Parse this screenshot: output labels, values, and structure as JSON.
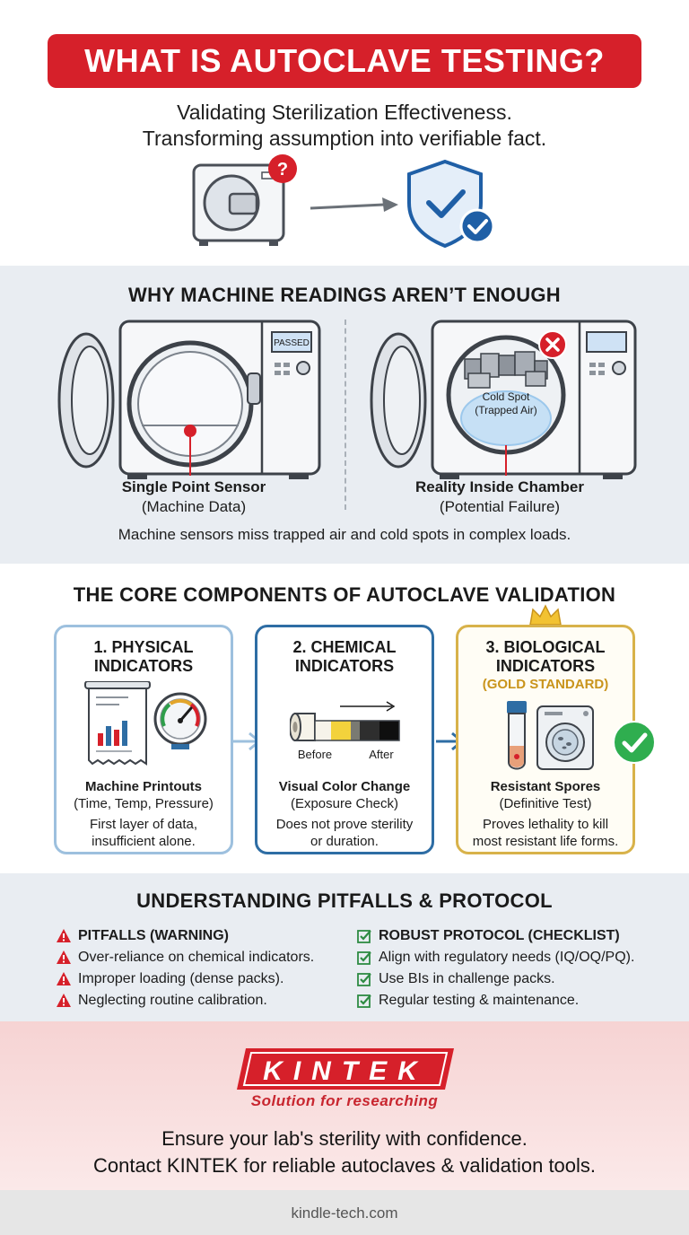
{
  "hero": {
    "title": "WHAT IS AUTOCLAVE TESTING?",
    "subtitle_line1": "Validating Sterilization Effectiveness.",
    "subtitle_line2": "Transforming assumption into verifiable fact.",
    "question_mark": "?"
  },
  "why": {
    "heading": "WHY MACHINE READINGS AREN’T ENOUGH",
    "left_display": "PASSED",
    "left_caption_bold": "Single Point Sensor",
    "left_caption_sub": "(Machine Data)",
    "cold_spot_line1": "Cold Spot",
    "cold_spot_line2": "(Trapped Air)",
    "right_caption_bold": "Reality Inside Chamber",
    "right_caption_sub": "(Potential Failure)",
    "note": "Machine sensors miss trapped air and cold spots in complex loads."
  },
  "core": {
    "heading": "THE CORE COMPONENTS OF AUTOCLAVE VALIDATION",
    "cards": [
      {
        "title_line1": "1. PHYSICAL",
        "title_line2": "INDICATORS",
        "caption_bold": "Machine Printouts",
        "caption_sub": "(Time, Temp, Pressure)",
        "desc_line1": "First layer of data,",
        "desc_line2": "insufficient alone."
      },
      {
        "title_line1": "2. CHEMICAL",
        "title_line2": "INDICATORS",
        "before_label": "Before",
        "after_label": "After",
        "caption_bold": "Visual Color Change",
        "caption_sub": "(Exposure Check)",
        "desc_line1": "Does not prove sterility",
        "desc_line2": "or duration."
      },
      {
        "title_line1": "3. BIOLOGICAL",
        "title_line2": "INDICATORS",
        "subtitle": "(GOLD STANDARD)",
        "caption_bold": "Resistant Spores",
        "caption_sub": "(Definitive Test)",
        "desc_line1": "Proves lethality to kill",
        "desc_line2": "most resistant life forms."
      }
    ]
  },
  "pitfalls": {
    "heading": "UNDERSTANDING PITFALLS & PROTOCOL",
    "warning_header": "PITFALLS (WARNING)",
    "warnings": [
      "Over-reliance on chemical indicators.",
      "Improper loading (dense packs).",
      "Neglecting routine calibration."
    ],
    "protocol_header": "ROBUST PROTOCOL (CHECKLIST)",
    "protocol": [
      "Align with regulatory needs (IQ/OQ/PQ).",
      "Use BIs in challenge packs.",
      "Regular testing & maintenance."
    ]
  },
  "cta": {
    "logo_text": "KINTEK",
    "slogan": "Solution for researching",
    "line1": "Ensure your lab's sterility with confidence.",
    "line2": "Contact KINTEK for reliable autoclaves & validation tools."
  },
  "footer": {
    "url": "kindle-tech.com"
  },
  "colors": {
    "brand_red": "#d6202a",
    "physical_border": "#9dc0de",
    "chemical_border": "#2e6da4",
    "biological_border": "#d8b24a",
    "check_green": "#2fae4f"
  }
}
